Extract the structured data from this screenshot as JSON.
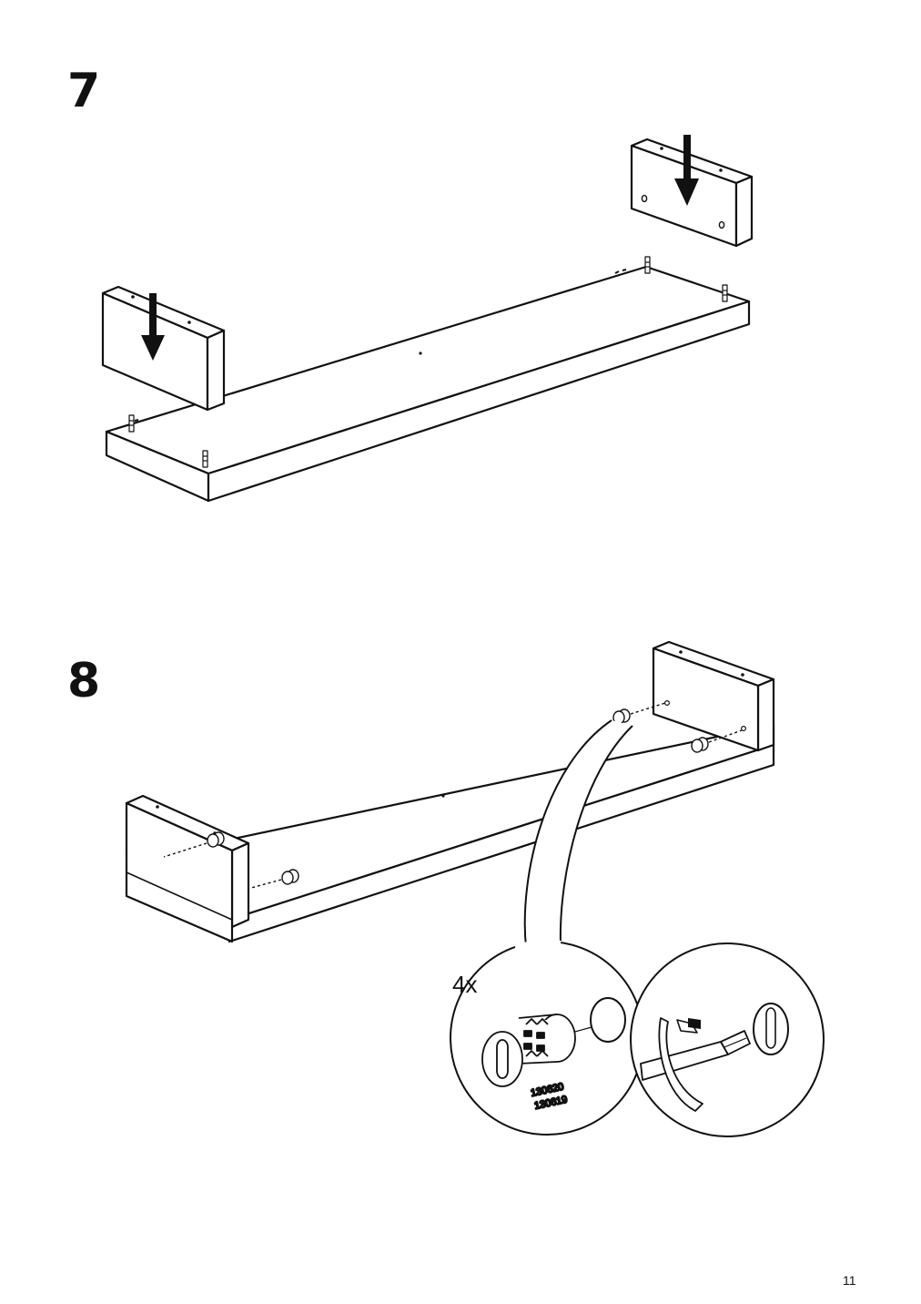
{
  "steps": [
    {
      "number": "7"
    },
    {
      "number": "8"
    }
  ],
  "step8": {
    "quantity": "4x",
    "part_numbers": [
      "130620",
      "130619"
    ]
  },
  "page_number": "11",
  "icons": {
    "arrow": "down-arrow-icon",
    "dowel": "wooden-dowel-icon",
    "cam_lock": "cam-lock-icon",
    "screwdriver": "flathead-screwdriver-icon"
  }
}
